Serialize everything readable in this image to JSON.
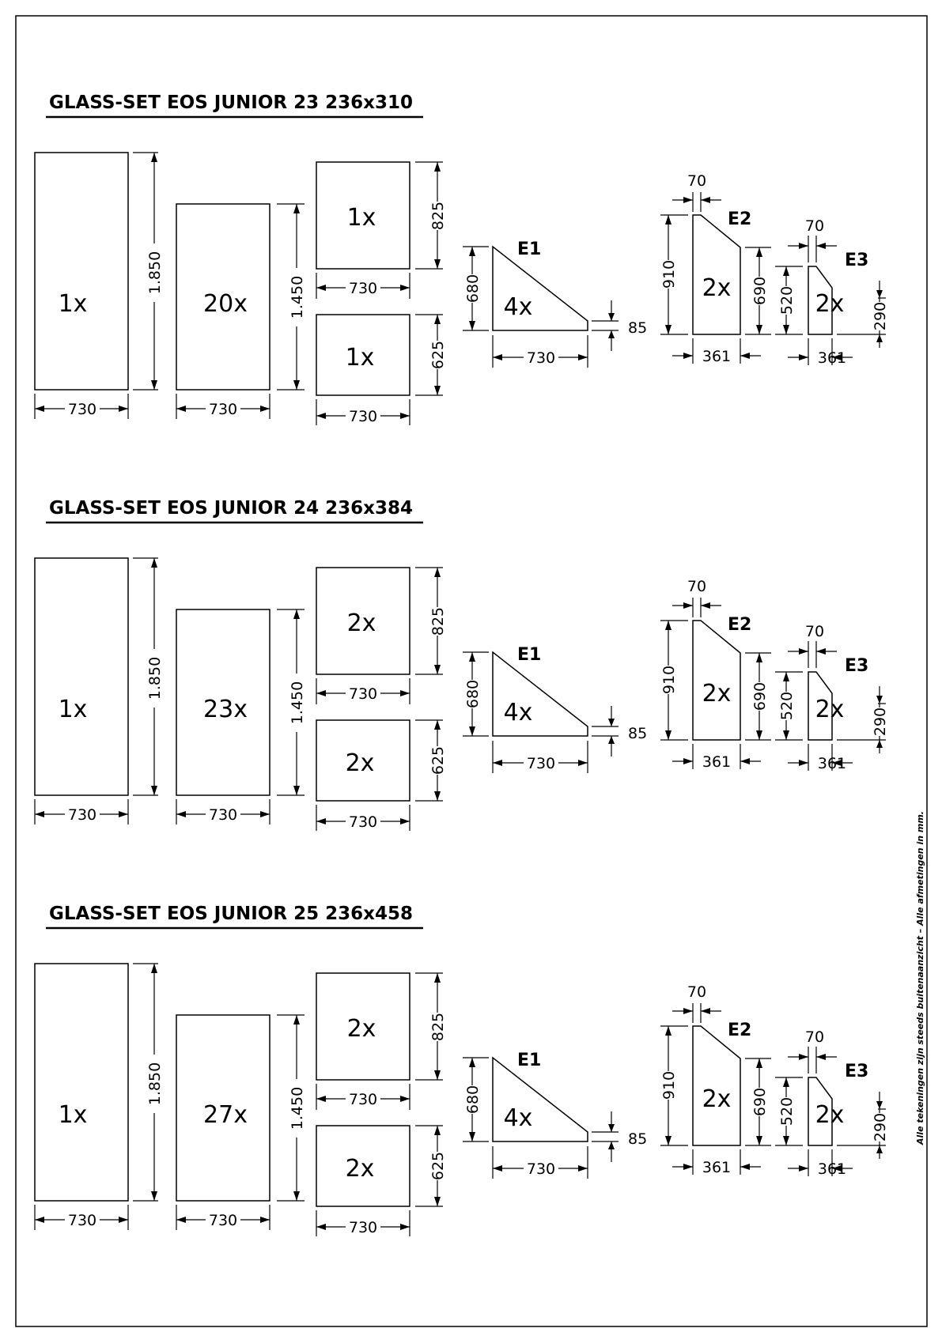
{
  "side_note": "Alle tekeningen zijn steeds buitenaanzicht – Alle afmetingen in mm.",
  "sets": [
    {
      "title": "GLASS-SET EOS JUNIOR 23 236x310",
      "qty": {
        "big": "1x",
        "mid": "20x",
        "sq825": "1x",
        "sq625": "1x",
        "e1": "4x",
        "e2": "2x",
        "e3": "2x"
      }
    },
    {
      "title": "GLASS-SET EOS JUNIOR 24 236x384",
      "qty": {
        "big": "1x",
        "mid": "23x",
        "sq825": "2x",
        "sq625": "2x",
        "e1": "4x",
        "e2": "2x",
        "e3": "2x"
      }
    },
    {
      "title": "GLASS-SET EOS JUNIOR 25 236x458",
      "qty": {
        "big": "1x",
        "mid": "27x",
        "sq825": "2x",
        "sq625": "2x",
        "e1": "4x",
        "e2": "2x",
        "e3": "2x"
      }
    }
  ],
  "dims": {
    "width730": "730",
    "h1850": "1.850",
    "h1450": "1.450",
    "h825": "825",
    "h625": "625",
    "e1_height": "680",
    "e1_tip": "85",
    "e2_top": "70",
    "e2_height": "910",
    "e2_side": "690",
    "e2_width": "361",
    "e3_top": "70",
    "e3_height": "520",
    "e3_side": "290",
    "e3_width": "361"
  },
  "labels": {
    "e1": "E1",
    "e2": "E2",
    "e3": "E3"
  }
}
